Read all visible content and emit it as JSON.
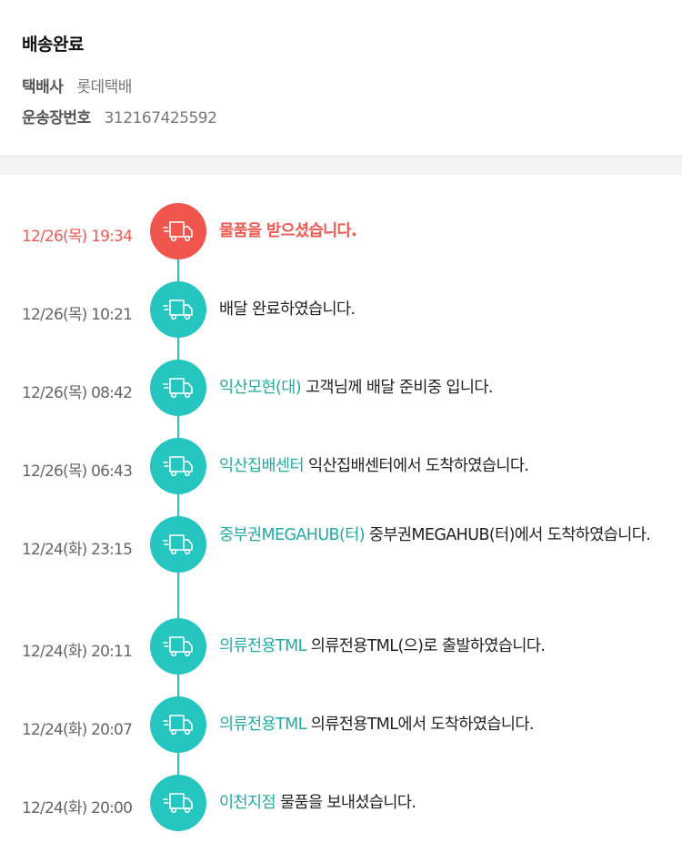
{
  "header": {
    "status_title": "배송완료",
    "courier_label": "택배사",
    "courier_value": "롯데택배",
    "tracking_label": "운송장번호",
    "tracking_value": "312167425592"
  },
  "colors": {
    "accent": "#26c6c0",
    "latest": "#f0564e"
  },
  "timeline": [
    {
      "time": "12/26(목) 19:34",
      "location": "",
      "message": "물품을 받으셨습니다.",
      "icon": "delivery-truck-icon"
    },
    {
      "time": "12/26(목) 10:21",
      "location": "",
      "message": "배달 완료하였습니다.",
      "icon": "delivery-truck-icon"
    },
    {
      "time": "12/26(목) 08:42",
      "location": "익산모현(대)",
      "message": "고객님께 배달 준비중 입니다.",
      "icon": "delivery-truck-icon"
    },
    {
      "time": "12/26(목) 06:43",
      "location": "익산집배센터",
      "message": "익산집배센터에서 도착하였습니다.",
      "icon": "delivery-truck-icon"
    },
    {
      "time": "12/24(화) 23:15",
      "location": "중부권MEGAHUB(터)",
      "message": "중부권MEGAHUB(터)에서 도착하였습니다.",
      "icon": "delivery-truck-icon"
    },
    {
      "time": "12/24(화) 20:11",
      "location": "의류전용TML",
      "message": "의류전용TML(으)로 출발하였습니다.",
      "icon": "delivery-truck-icon"
    },
    {
      "time": "12/24(화) 20:07",
      "location": "의류전용TML",
      "message": "의류전용TML에서 도착하였습니다.",
      "icon": "delivery-truck-icon"
    },
    {
      "time": "12/24(화) 20:00",
      "location": "이천지점",
      "message": "물품을 보내셨습니다.",
      "icon": "delivery-truck-icon"
    }
  ]
}
